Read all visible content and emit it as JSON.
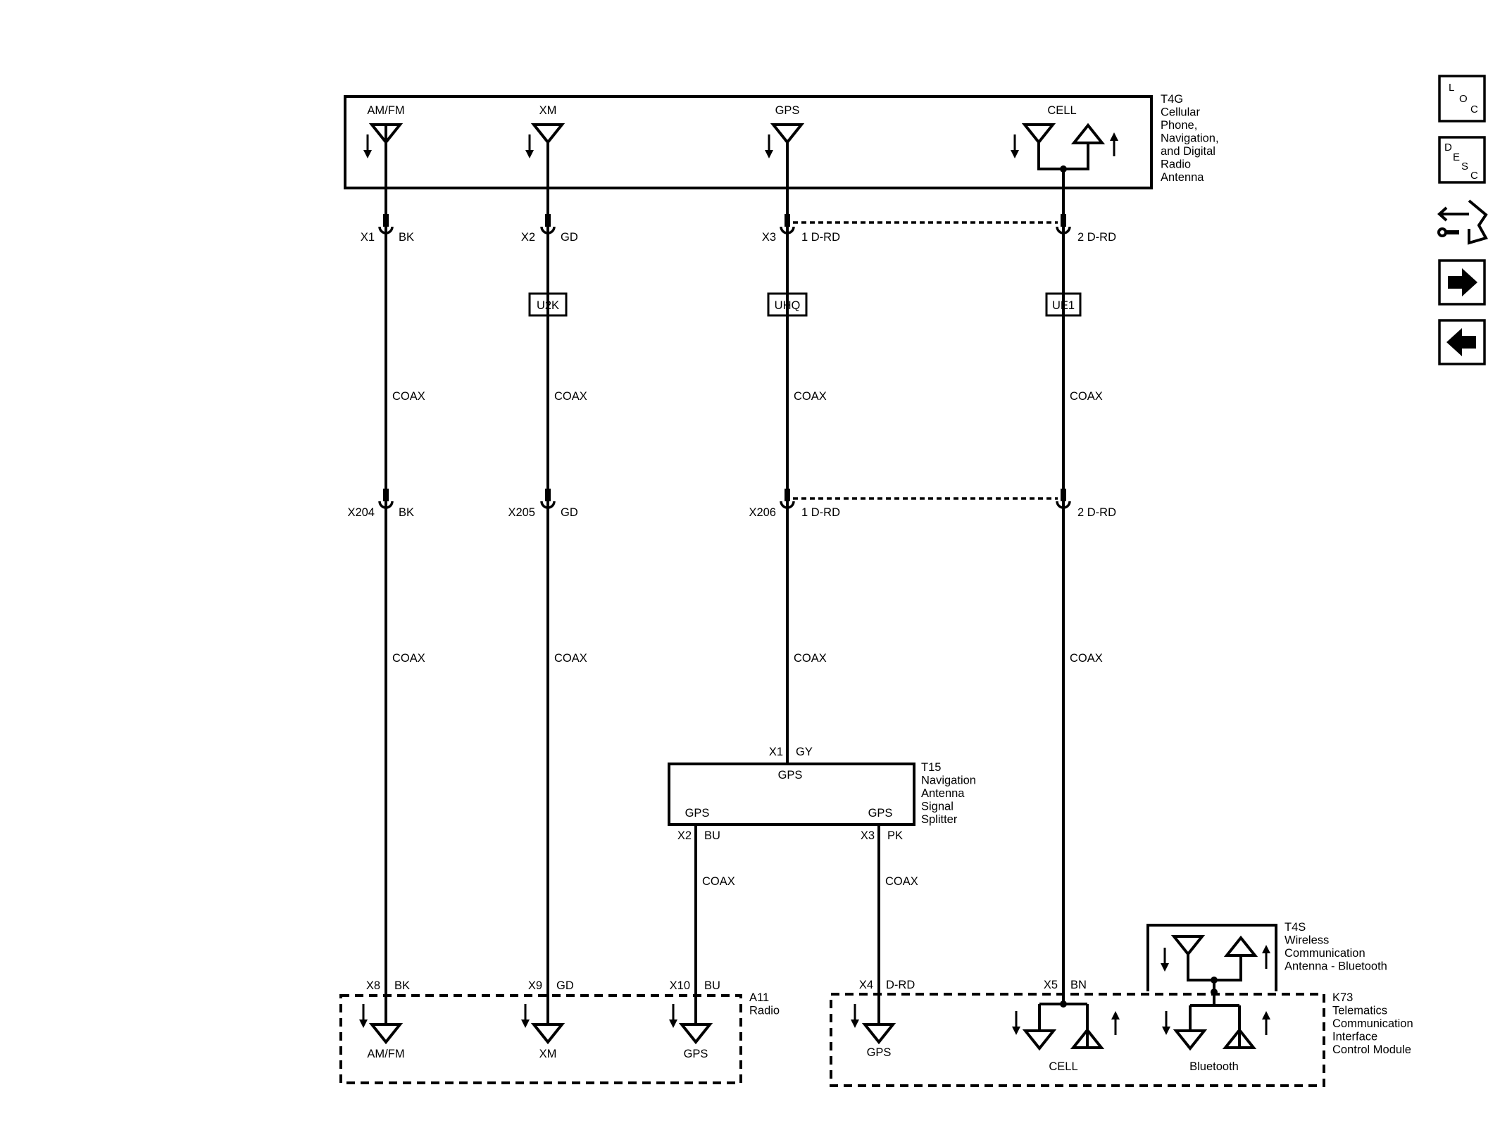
{
  "modules": {
    "t4g": {
      "name": [
        "T4G",
        "Cellular",
        "Phone,",
        "Navigation,",
        "and Digital",
        "Radio",
        "Antenna"
      ],
      "ports": [
        "AM/FM",
        "XM",
        "GPS",
        "CELL"
      ]
    },
    "t15": {
      "name": [
        "T15",
        "Navigation",
        "Antenna",
        "Signal",
        "Splitter"
      ],
      "in_label": "GPS",
      "out_left": "GPS",
      "out_right": "GPS"
    },
    "t4s": {
      "name": [
        "T4S",
        "Wireless",
        "Communication",
        "Antenna - Bluetooth"
      ]
    },
    "a11": {
      "name": [
        "A11",
        "Radio"
      ],
      "ports": [
        "AM/FM",
        "XM",
        "GPS"
      ]
    },
    "k73": {
      "name": [
        "K73",
        "Telematics",
        "Communication",
        "Interface",
        "Control Module"
      ],
      "ports": [
        "GPS",
        "CELL",
        "Bluetooth"
      ]
    }
  },
  "connectors": {
    "top": [
      {
        "pin": "X1",
        "color": "BK"
      },
      {
        "pin": "X2",
        "color": "GD"
      },
      {
        "pin": "X3",
        "color": "1 D-RD"
      },
      {
        "pin": "",
        "color": "2 D-RD"
      }
    ],
    "mid": [
      {
        "pin": "X204",
        "color": "BK"
      },
      {
        "pin": "X205",
        "color": "GD"
      },
      {
        "pin": "X206",
        "color": "1 D-RD"
      },
      {
        "pin": "",
        "color": "2 D-RD"
      }
    ],
    "splitter_in": {
      "pin": "X1",
      "color": "GY"
    },
    "splitter_out": [
      {
        "pin": "X2",
        "color": "BU"
      },
      {
        "pin": "X3",
        "color": "PK"
      }
    ],
    "a11": [
      {
        "pin": "X8",
        "color": "BK"
      },
      {
        "pin": "X9",
        "color": "GD"
      },
      {
        "pin": "X10",
        "color": "BU"
      }
    ],
    "k73": [
      {
        "pin": "X4",
        "color": "D-RD"
      },
      {
        "pin": "X5",
        "color": "BN"
      }
    ]
  },
  "splices": [
    "U2K",
    "UHQ",
    "UE1"
  ],
  "wire_type": "COAX",
  "nav": {
    "loc": [
      "L",
      "O",
      "C"
    ],
    "desc": [
      "D",
      "E",
      "S",
      "C"
    ]
  },
  "icons": [
    "loc-button-icon",
    "desc-button-icon",
    "connector-tool-icon",
    "arrow-right-icon",
    "arrow-left-icon"
  ]
}
